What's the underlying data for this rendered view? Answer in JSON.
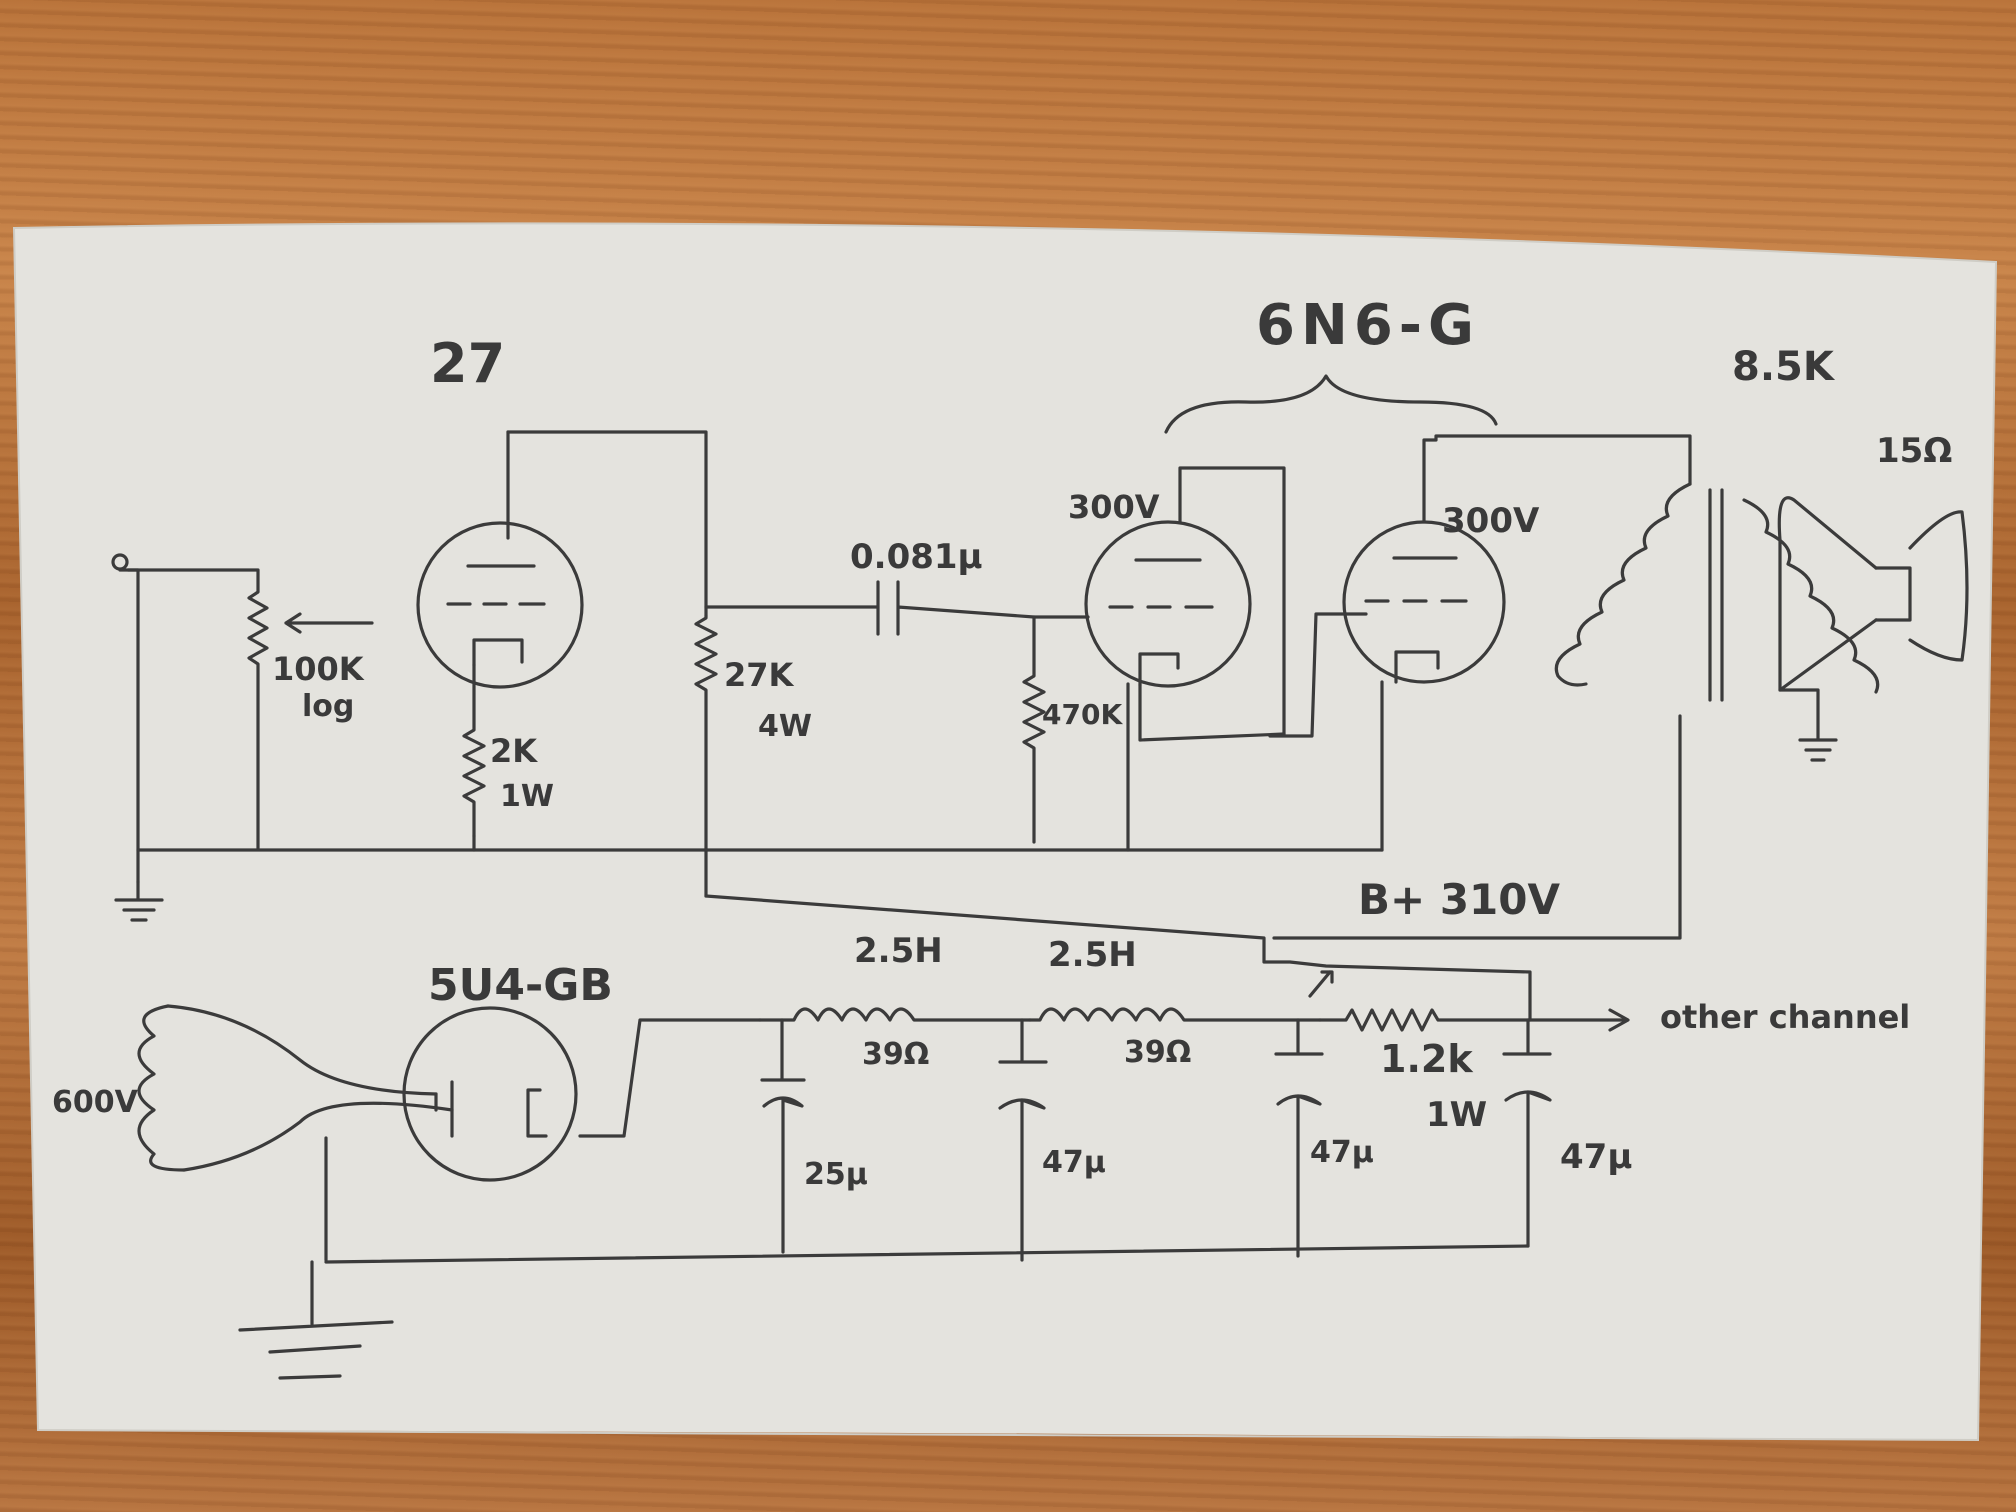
{
  "labels": {
    "tube_27": "27",
    "tube_6n6g": "6N6-G",
    "tube_5u4gb": "5U4-GB",
    "pot": "100K",
    "pot_taper": "log",
    "cathode_r": "2K",
    "cathode_r_w": "1W",
    "plate_r": "27K",
    "plate_r_w": "4W",
    "coupling_cap": "0.081µ",
    "grid_r": "470K",
    "plate_v1": "300V",
    "plate_v2": "300V",
    "output_transformer": "8.5K",
    "speaker": "15Ω",
    "b_plus": "B+ 310V",
    "choke1": "2.5H",
    "choke1_r": "39Ω",
    "choke2": "2.5H",
    "choke2_r": "39Ω",
    "cap1": "25µ",
    "cap2": "47µ",
    "cap3": "47µ",
    "cap4": "47µ",
    "dropping_r": "1.2k",
    "dropping_r_w": "1W",
    "other_channel": "other channel",
    "transformer_v": "600V"
  }
}
